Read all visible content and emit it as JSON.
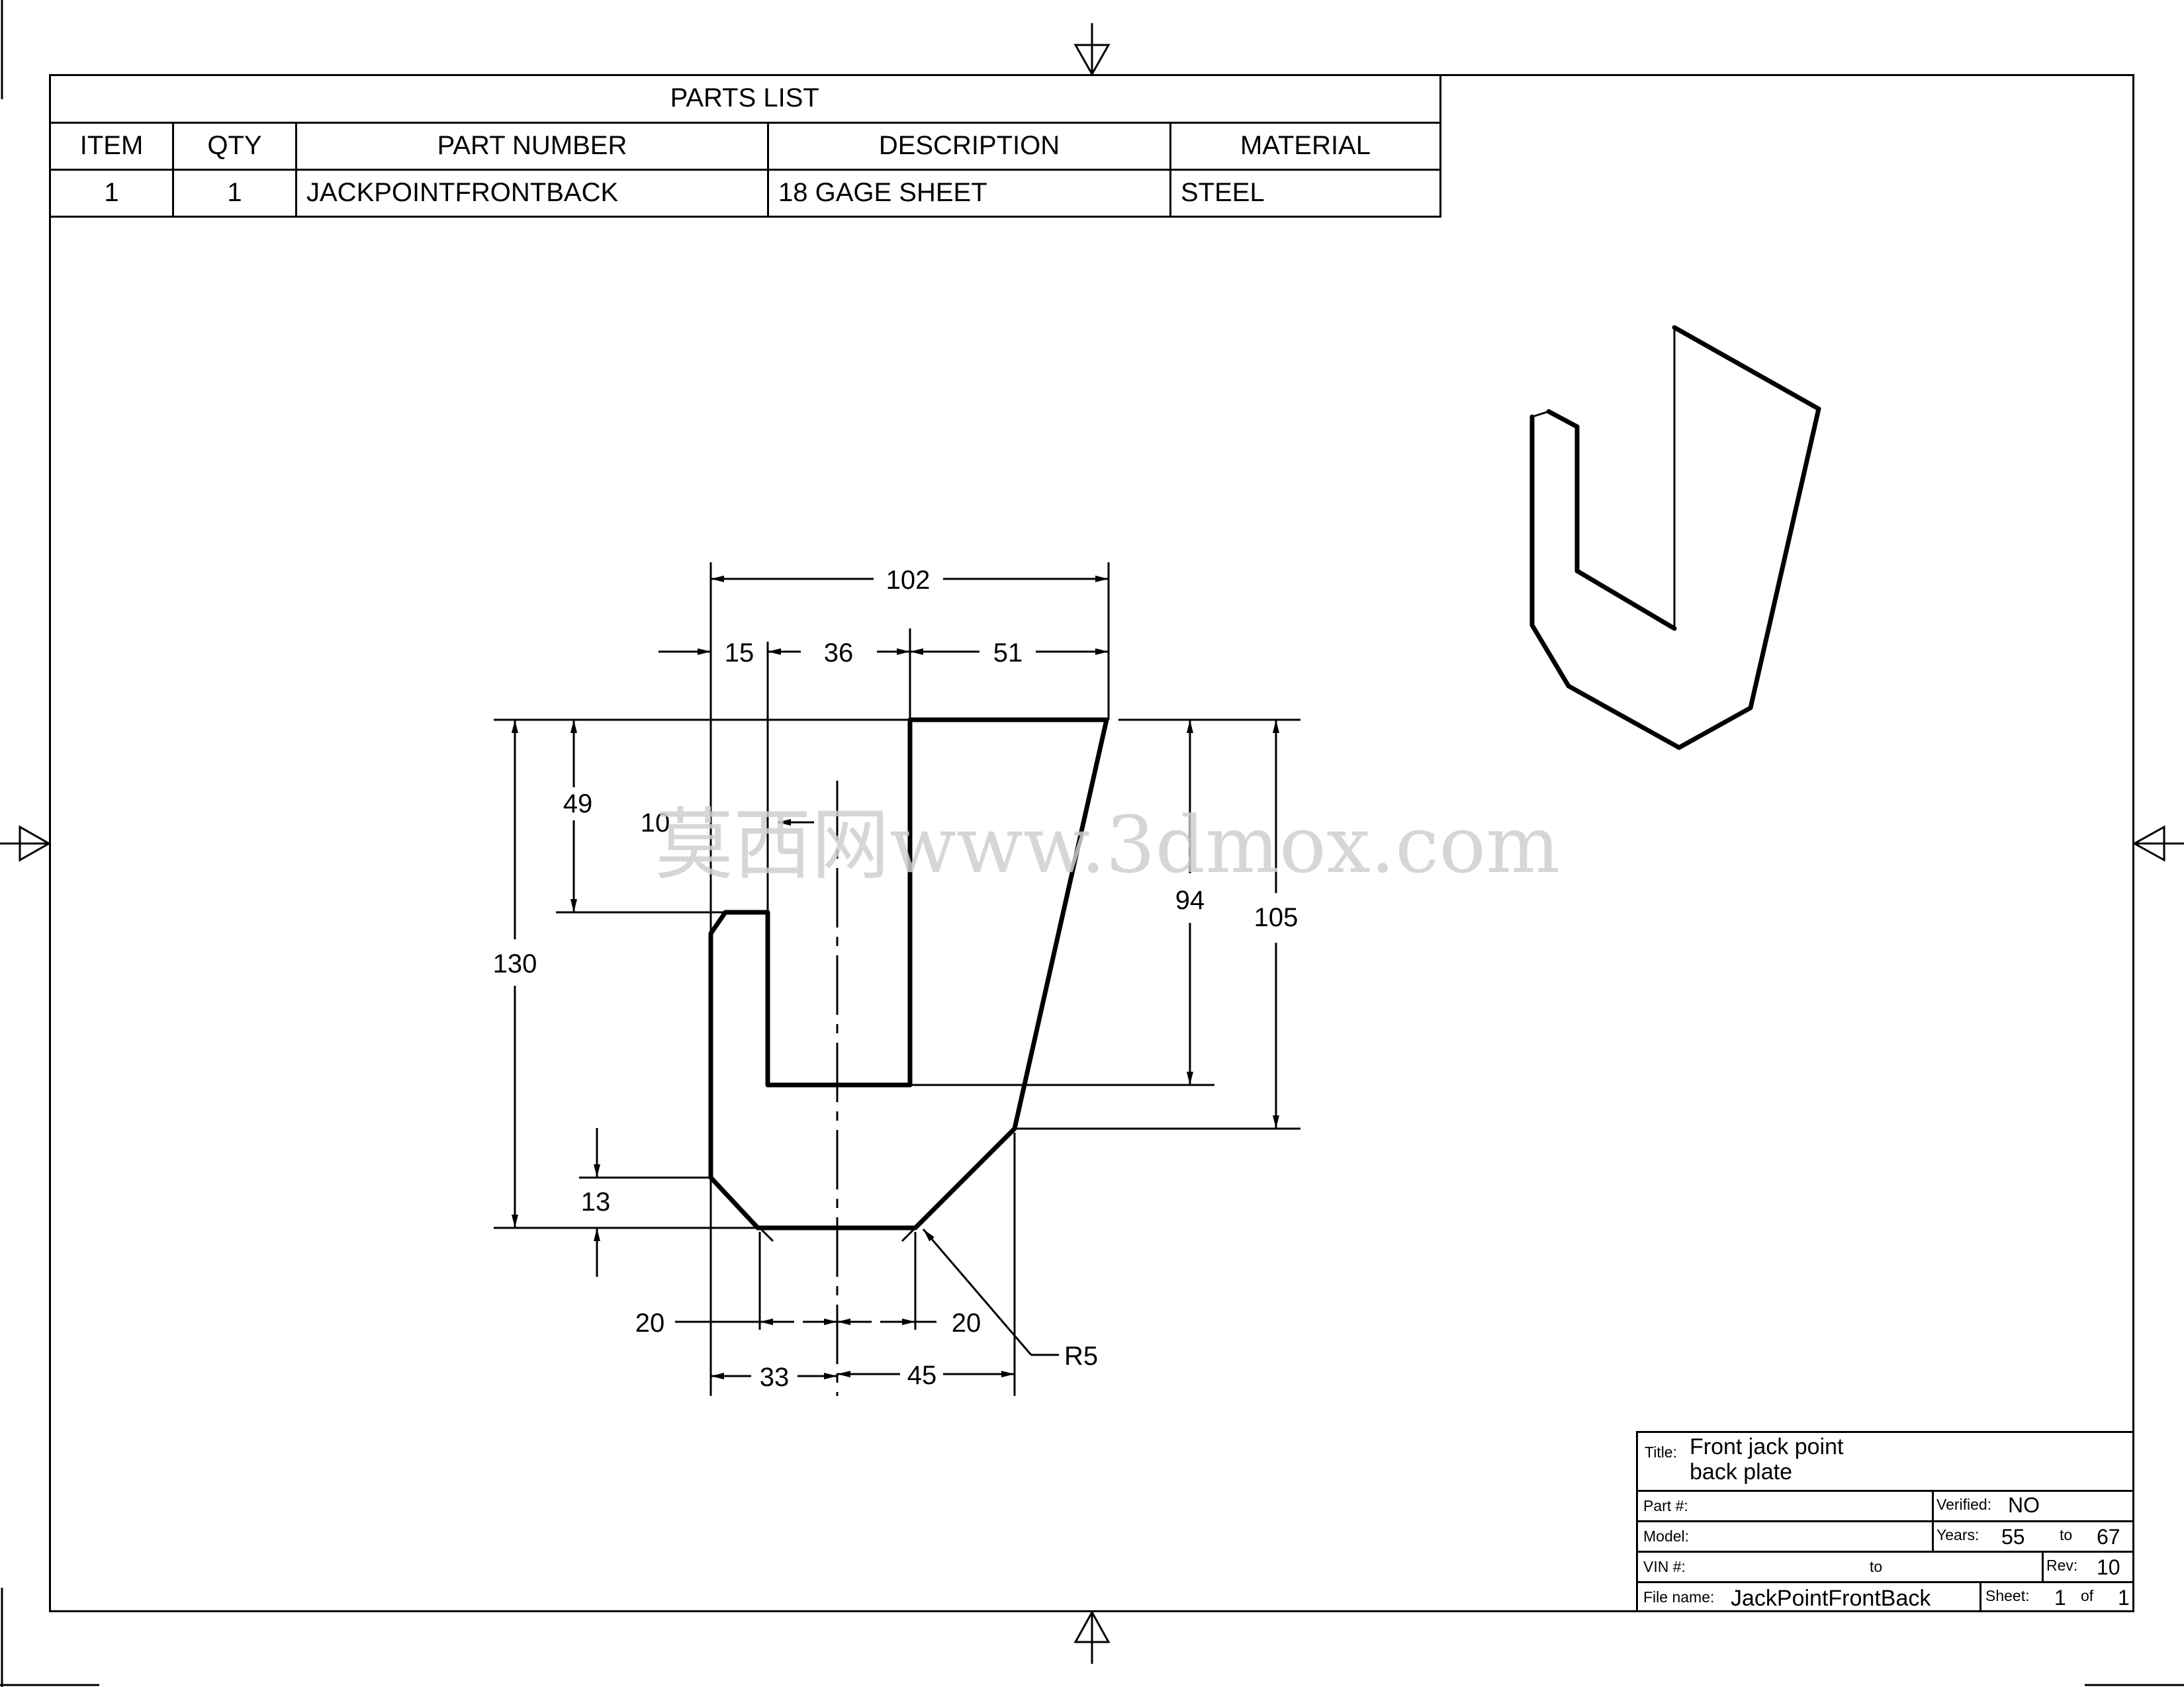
{
  "parts_list": {
    "title": "PARTS LIST",
    "headers": [
      "ITEM",
      "QTY",
      "PART NUMBER",
      "DESCRIPTION",
      "MATERIAL"
    ],
    "rows": [
      {
        "item": "1",
        "qty": "1",
        "part_number": "JACKPOINTFRONTBACK",
        "description": "18 GAGE SHEET",
        "material": "STEEL"
      }
    ]
  },
  "dimensions": {
    "overall_width": "102",
    "left_flange": "15",
    "slot_width": "36",
    "right_top": "51",
    "slot_inset": "10",
    "left_flange_height": "49",
    "overall_height": "130",
    "slot_depth": "94",
    "right_height": "105",
    "bottom_chamfer": "13",
    "chamfer_left": "20",
    "chamfer_right": "20",
    "bottom_left": "33",
    "bottom_right": "45",
    "radius": "R5"
  },
  "watermark": "莫西网www.3dmox.com",
  "title_block": {
    "title_label": "Title:",
    "title_line1": "Front jack point",
    "title_line2": "back plate",
    "part_label": "Part #:",
    "part_value": "",
    "verified_label": "Verified:",
    "verified_value": "NO",
    "model_label": "Model:",
    "model_value": "",
    "years_label": "Years:",
    "years_from": "55",
    "years_to_label": "to",
    "years_to": "67",
    "vin_label": "VIN #:",
    "vin_to_label": "to",
    "rev_label": "Rev:",
    "rev_value": "10",
    "filename_label": "File name:",
    "filename_value": "JackPointFrontBack",
    "sheet_label": "Sheet:",
    "sheet_value": "1",
    "sheet_of_label": "of",
    "sheet_total": "1"
  }
}
